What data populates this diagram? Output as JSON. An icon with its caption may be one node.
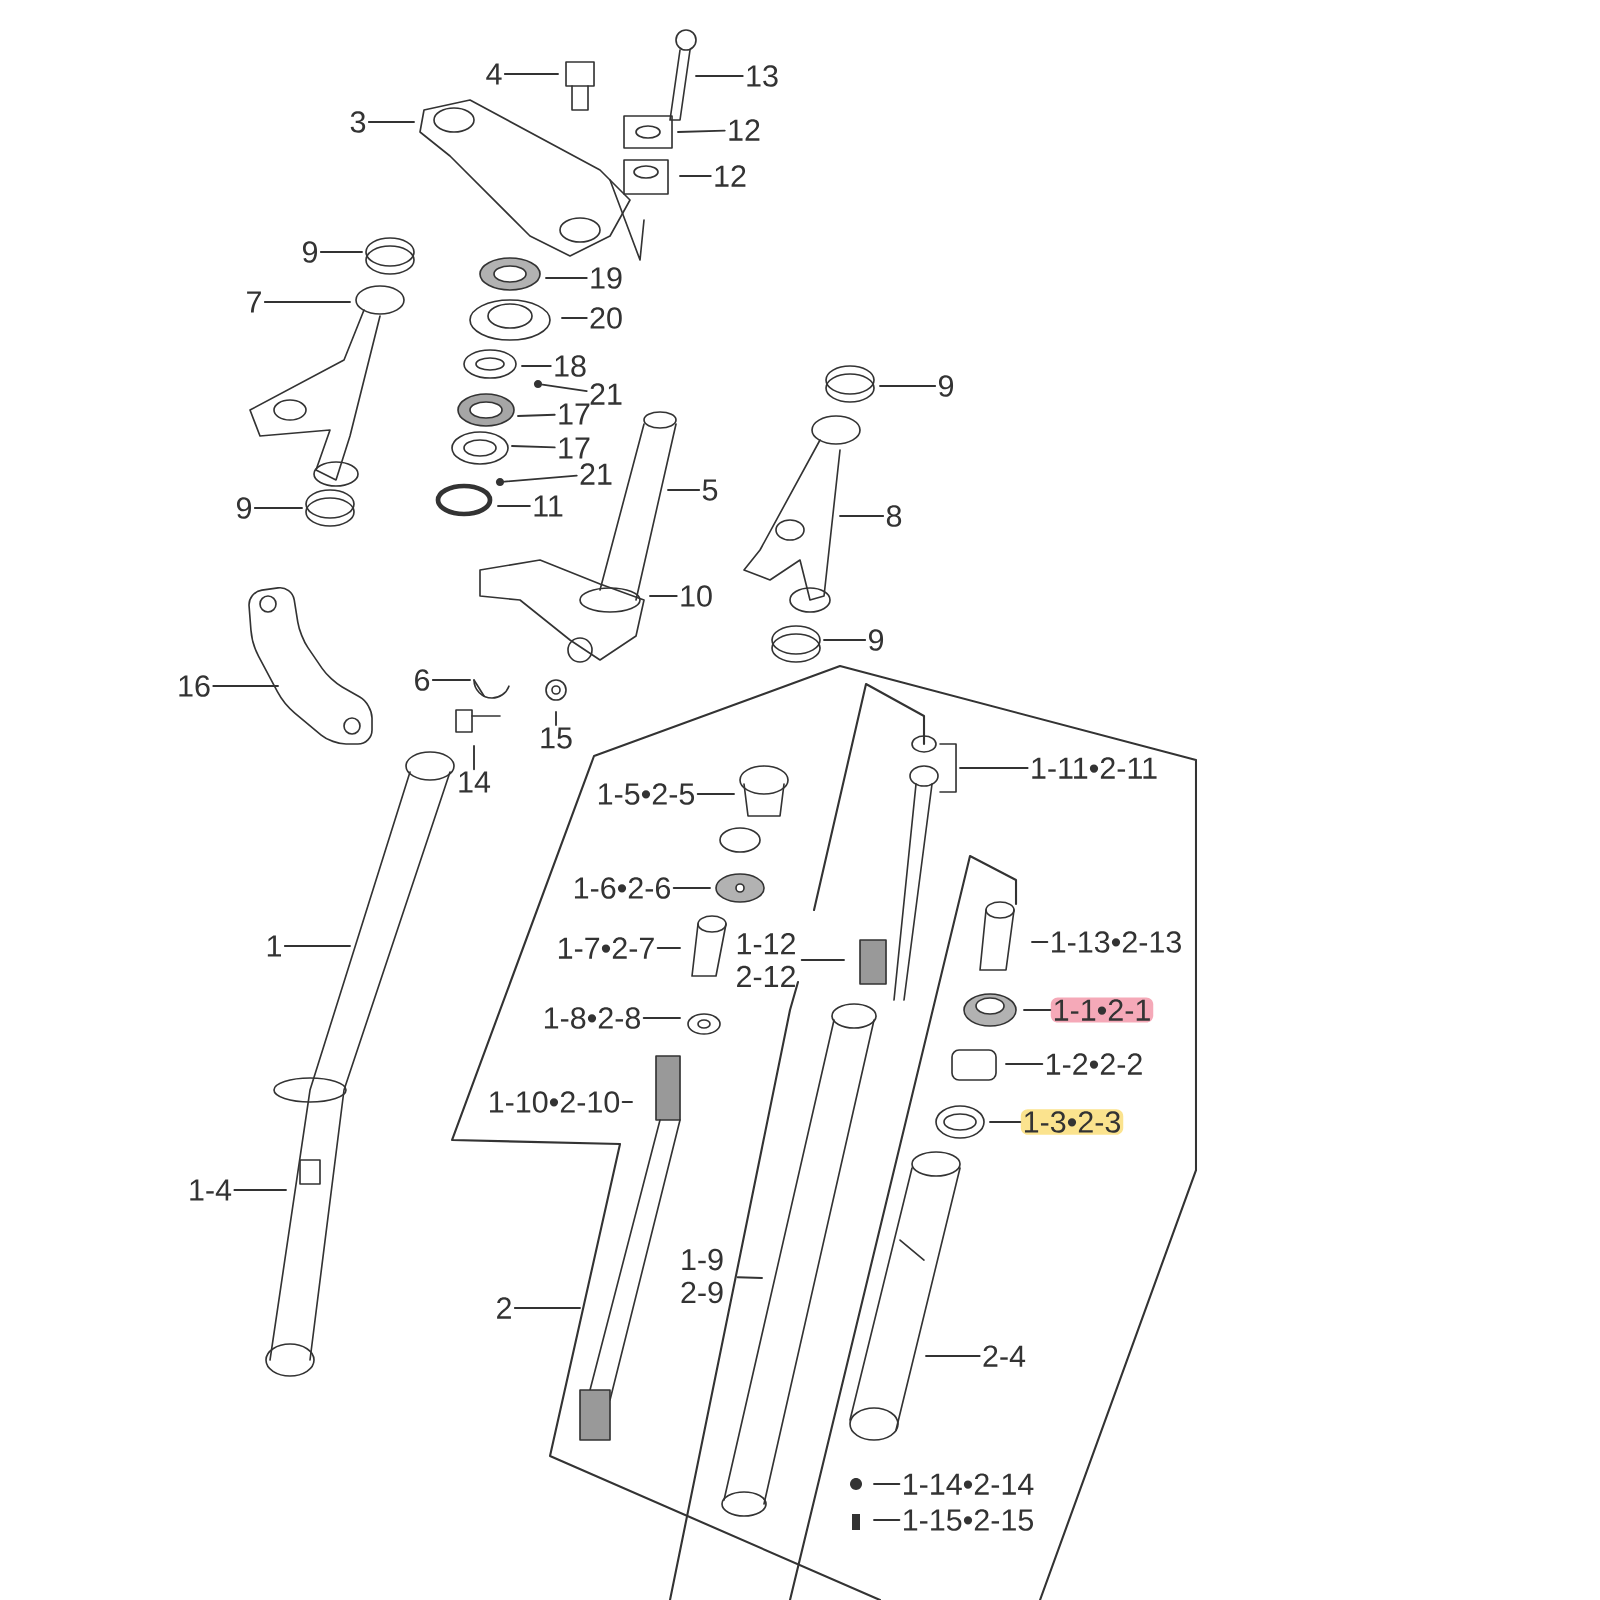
{
  "diagram": {
    "nodes": [
      {
        "text": [
          "4"
        ]
      },
      {
        "text": [
          "13"
        ]
      },
      {
        "text": [
          "3"
        ]
      },
      {
        "text": [
          "12"
        ]
      },
      {
        "text": [
          "12"
        ]
      },
      {
        "text": [
          "9"
        ]
      },
      {
        "text": [
          "19"
        ]
      },
      {
        "text": [
          "7"
        ]
      },
      {
        "text": [
          "20"
        ]
      },
      {
        "text": [
          "18"
        ]
      },
      {
        "text": [
          "9"
        ]
      },
      {
        "text": [
          "21"
        ]
      },
      {
        "text": [
          "17"
        ]
      },
      {
        "text": [
          "17"
        ]
      },
      {
        "text": [
          "21"
        ]
      },
      {
        "text": [
          "11"
        ]
      },
      {
        "text": [
          "5"
        ]
      },
      {
        "text": [
          "9"
        ]
      },
      {
        "text": [
          "8"
        ]
      },
      {
        "text": [
          "10"
        ]
      },
      {
        "text": [
          "9"
        ]
      },
      {
        "text": [
          "16"
        ]
      },
      {
        "text": [
          "6"
        ]
      },
      {
        "text": [
          "15"
        ]
      },
      {
        "text": [
          "14"
        ]
      },
      {
        "text": [
          "1-11•2-11"
        ]
      },
      {
        "text": [
          "1-5•2-5"
        ]
      },
      {
        "text": [
          "1-6•2-6"
        ]
      },
      {
        "text": [
          "1"
        ]
      },
      {
        "text": [
          "1-7•2-7"
        ]
      },
      {
        "text": [
          "1-13•2-13"
        ]
      },
      {
        "text": [
          "1-12 2-12"
        ]
      },
      {
        "text": [
          "1-1•2-1"
        ]
      },
      {
        "text": [
          "1-8•2-8"
        ]
      },
      {
        "text": [
          "1-2•2-2"
        ]
      },
      {
        "text": [
          "1-10•2-10"
        ]
      },
      {
        "text": [
          "1-3•2-3"
        ]
      },
      {
        "text": [
          "1-4"
        ]
      },
      {
        "text": [
          "1-9 2-9"
        ]
      },
      {
        "text": [
          "2"
        ]
      },
      {
        "text": [
          "2-4"
        ]
      },
      {
        "text": [
          "1-14•2-14"
        ]
      },
      {
        "text": [
          "1-15•2-15"
        ]
      },
      {
        "text": [],
        "shape": "circle"
      },
      {
        "text": [],
        "shape": "circle"
      }
    ],
    "edges": [
      {
        "from": 0,
        "to": null,
        "arrow": "none"
      },
      {
        "from": 1,
        "to": null,
        "arrow": "none"
      },
      {
        "from": 2,
        "to": null,
        "arrow": "none"
      },
      {
        "from": 3,
        "to": null,
        "arrow": "none"
      },
      {
        "from": 4,
        "to": null,
        "arrow": "none"
      },
      {
        "from": 5,
        "to": null,
        "arrow": "none"
      },
      {
        "from": 6,
        "to": null,
        "arrow": "none"
      },
      {
        "from": 7,
        "to": null,
        "arrow": "none"
      },
      {
        "from": 8,
        "to": null,
        "arrow": "none"
      },
      {
        "from": 9,
        "to": null,
        "arrow": "none"
      },
      {
        "from": 10,
        "to": null,
        "arrow": "none"
      },
      {
        "from": 11,
        "to": 43,
        "arrow": "none"
      },
      {
        "from": 12,
        "to": null,
        "arrow": "none"
      },
      {
        "from": 13,
        "to": null,
        "arrow": "none"
      },
      {
        "from": 14,
        "to": 44,
        "arrow": "none"
      },
      {
        "from": 15,
        "to": null,
        "arrow": "none"
      },
      {
        "from": 16,
        "to": null,
        "arrow": "none"
      },
      {
        "from": 17,
        "to": null,
        "arrow": "none"
      },
      {
        "from": 18,
        "to": null,
        "arrow": "none"
      },
      {
        "from": 19,
        "to": null,
        "arrow": "none"
      },
      {
        "from": 20,
        "to": null,
        "arrow": "none"
      },
      {
        "from": 21,
        "to": null,
        "arrow": "none"
      },
      {
        "from": 22,
        "to": null,
        "arrow": "none"
      },
      {
        "from": 23,
        "to": null,
        "arrow": "none"
      },
      {
        "from": 24,
        "to": null,
        "arrow": "none"
      },
      {
        "from": 25,
        "to": null,
        "arrow": "none"
      },
      {
        "from": 26,
        "to": null,
        "arrow": "none"
      },
      {
        "from": 27,
        "to": null,
        "arrow": "none"
      },
      {
        "from": 28,
        "to": null,
        "arrow": "none"
      },
      {
        "from": 29,
        "to": null,
        "arrow": "none"
      },
      {
        "from": 30,
        "to": null,
        "arrow": "none"
      },
      {
        "from": 31,
        "to": null,
        "arrow": "none"
      },
      {
        "from": 32,
        "to": null,
        "arrow": "none"
      },
      {
        "from": 33,
        "to": null,
        "arrow": "none"
      },
      {
        "from": 34,
        "to": null,
        "arrow": "none"
      },
      {
        "from": 35,
        "to": null,
        "arrow": "none"
      },
      {
        "from": 36,
        "to": null,
        "arrow": "none"
      },
      {
        "from": 37,
        "to": null,
        "arrow": "none"
      },
      {
        "from": 38,
        "to": null,
        "arrow": "none"
      },
      {
        "from": 39,
        "to": null,
        "arrow": "none"
      },
      {
        "from": 40,
        "to": null,
        "arrow": "none"
      },
      {
        "from": 41,
        "to": null,
        "arrow": "none"
      },
      {
        "from": 42,
        "to": null,
        "arrow": "none"
      }
    ]
  }
}
